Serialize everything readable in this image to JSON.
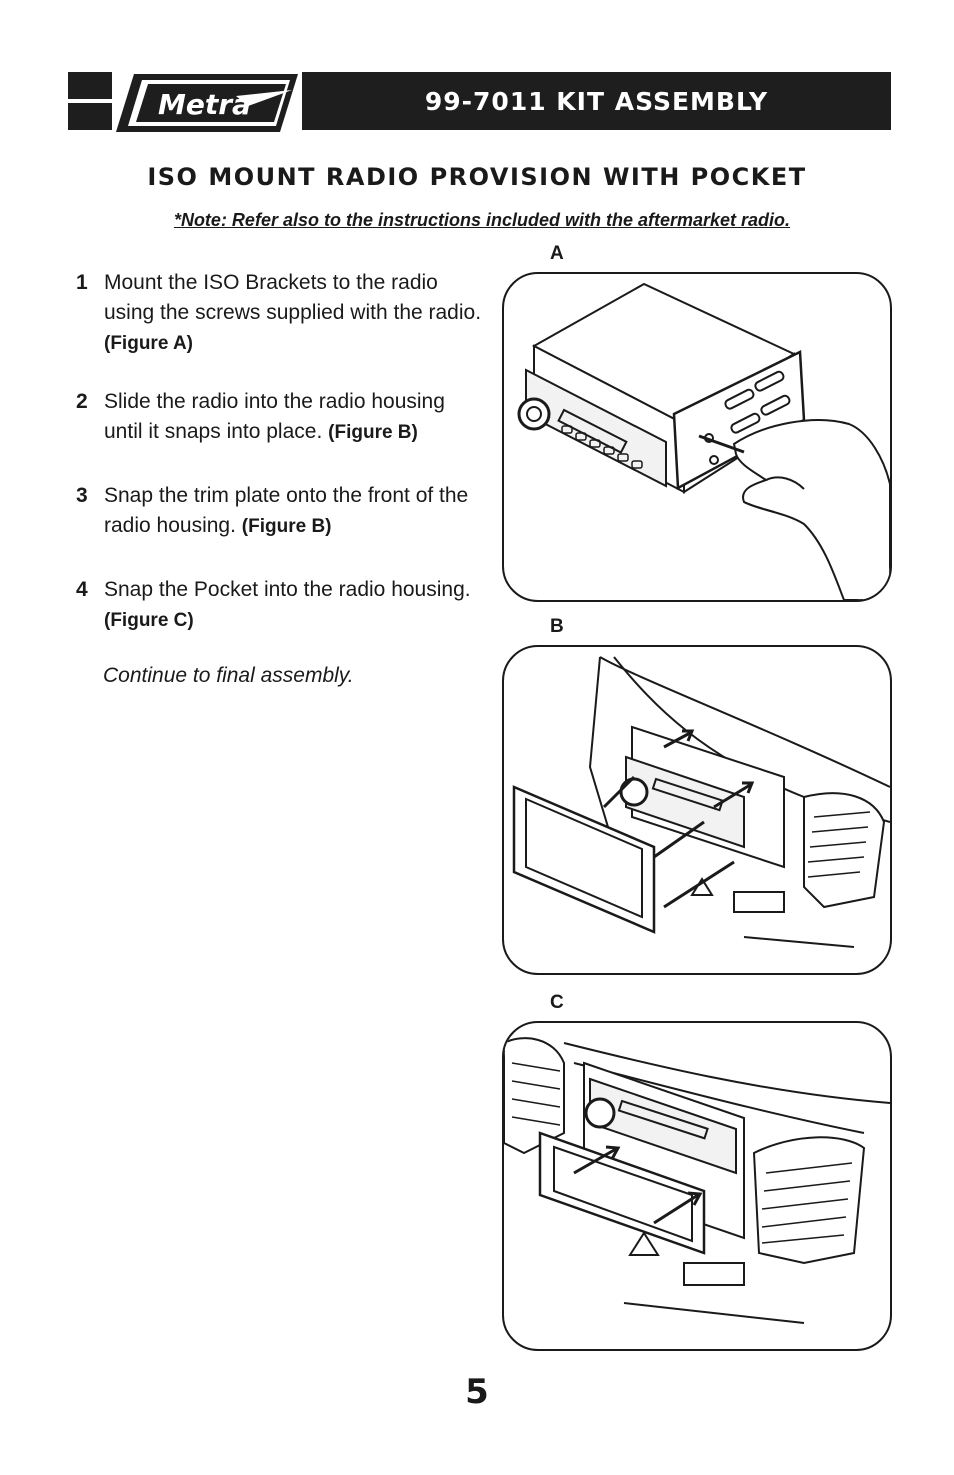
{
  "header": {
    "brand": "Metra",
    "title": "99-7011 KIT ASSEMBLY"
  },
  "section": {
    "title": "ISO MOUNT RADIO PROVISION WITH POCKET",
    "note": "*Note: Refer also to the instructions included with the aftermarket radio."
  },
  "steps": [
    {
      "num": "1",
      "text": "Mount the ISO Brackets to the radio using the screws supplied with the radio.",
      "ref": "(Figure A)"
    },
    {
      "num": "2",
      "text": "Slide the radio into the radio housing until it snaps into place.",
      "ref": "(Figure B)"
    },
    {
      "num": "3",
      "text": "Snap the trim plate onto the front of the radio housing.",
      "ref": "(Figure B)"
    },
    {
      "num": "4",
      "text": "Snap the Pocket into the radio housing.",
      "ref": "(Figure C)"
    }
  ],
  "continue_text": "Continue to final assembly.",
  "figures": [
    {
      "label": "A",
      "icon": "radio-iso-bracket-illustration"
    },
    {
      "label": "B",
      "icon": "radio-housing-trim-plate-illustration"
    },
    {
      "label": "C",
      "icon": "pocket-install-illustration"
    }
  ],
  "page_number": "5",
  "colors": {
    "ink": "#1e1e1e",
    "paper": "#ffffff"
  }
}
